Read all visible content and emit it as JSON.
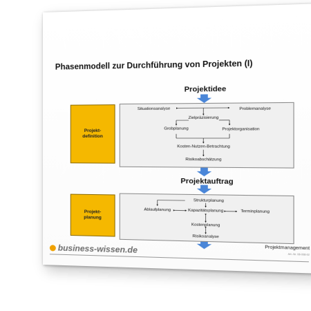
{
  "title": "Phasenmodell zur Durchführung von Projekten (I)",
  "phase1": {
    "header": "Projektidee",
    "label_line1": "Projekt-",
    "label_line2": "definition",
    "nodes": {
      "situationsanalyse": "Situationsanalyse",
      "problemanalyse": "Problemanalyse",
      "zielpraezisierung": "Zielpräzisierung",
      "grobplanung": "Grobplanung",
      "projektorganisation": "Projektorganisation",
      "kosten_nutzen": "Kosten-Nutzen-Betrachtung",
      "risikoabschaetzung": "Risikoabschätzung"
    }
  },
  "phase2": {
    "header": "Projektauftrag",
    "label_line1": "Projekt-",
    "label_line2": "planung",
    "nodes": {
      "strukturplanung": "Strukturplanung",
      "ablaufplanung": "Ablaufplanung",
      "kapazitaetsplanung": "Kapazitätsplanung",
      "terminplanung": "Terminplanung",
      "kostenplanung": "Kostenplanung",
      "risikoanalyse": "Risikoanalyse"
    }
  },
  "footer": {
    "logo": "business-wissen.de",
    "right": "Projektmanagement",
    "small": "Art.-Nr. 08-098-02"
  },
  "colors": {
    "accent_yellow": "#f5b800",
    "arrow_blue": "#4a86d8",
    "logo_orange": "#f0a100"
  }
}
